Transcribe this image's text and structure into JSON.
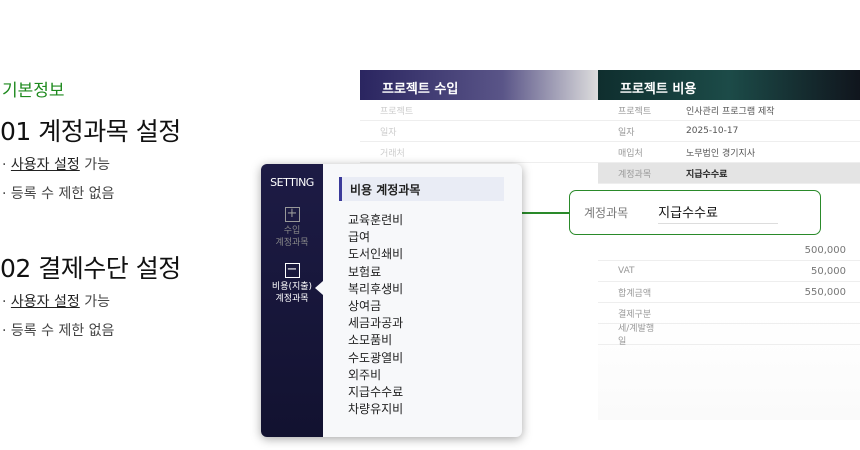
{
  "intro": {
    "section": "기본정보",
    "blocks": [
      {
        "title": "01 계정과목 설정",
        "bullets": [
          {
            "prefix": "· ",
            "link": "사용자 설정",
            "suffix": " 가능"
          },
          {
            "prefix": "· ",
            "text": "등록 수 제한 없음"
          }
        ]
      },
      {
        "title": "02 결제수단 설정",
        "bullets": [
          {
            "prefix": "· ",
            "link": "사용자 설정",
            "suffix": " 가능"
          },
          {
            "prefix": "· ",
            "text": "등록 수 제한 없음"
          }
        ]
      }
    ]
  },
  "income_panel": {
    "title": "프로젝트 수입",
    "rows": [
      "프로젝트",
      "일자",
      "거래처"
    ]
  },
  "expense_panel": {
    "title": "프로젝트 비용",
    "rows": [
      {
        "label": "프로젝트",
        "value": "인사관리 프로그램 제작"
      },
      {
        "label": "일자",
        "value": "2025-10-17"
      },
      {
        "label": "매입처",
        "value": "노무법인 경기지사"
      },
      {
        "label": "계정과목",
        "value": "지급수수료"
      },
      {
        "label": "",
        "value": "",
        "num": "500,000"
      },
      {
        "label": "VAT",
        "value": "",
        "num": "50,000"
      },
      {
        "label": "합계금액",
        "value": "",
        "num": "550,000"
      },
      {
        "label": "결제구분",
        "value": ""
      },
      {
        "label": "세/계발행일",
        "value": ""
      }
    ]
  },
  "popup": {
    "side_title": "SETTING",
    "nav": [
      {
        "icon": "+",
        "label1": "수입",
        "label2": "계정과목"
      },
      {
        "icon": "−",
        "label1": "비용(지출)",
        "label2": "계정과목"
      }
    ],
    "list_title": "비용 계정과목",
    "items": [
      "교육훈련비",
      "급여",
      "도서인쇄비",
      "보험료",
      "복리후생비",
      "상여금",
      "세금과공과",
      "소모품비",
      "수도광열비",
      "외주비",
      "지급수수료",
      "차량유지비"
    ]
  },
  "callout": {
    "label": "계정과목",
    "value": "지급수수료"
  },
  "colors": {
    "accent_green": "#2a8a2a",
    "nav_bg": "#1d1b45"
  }
}
